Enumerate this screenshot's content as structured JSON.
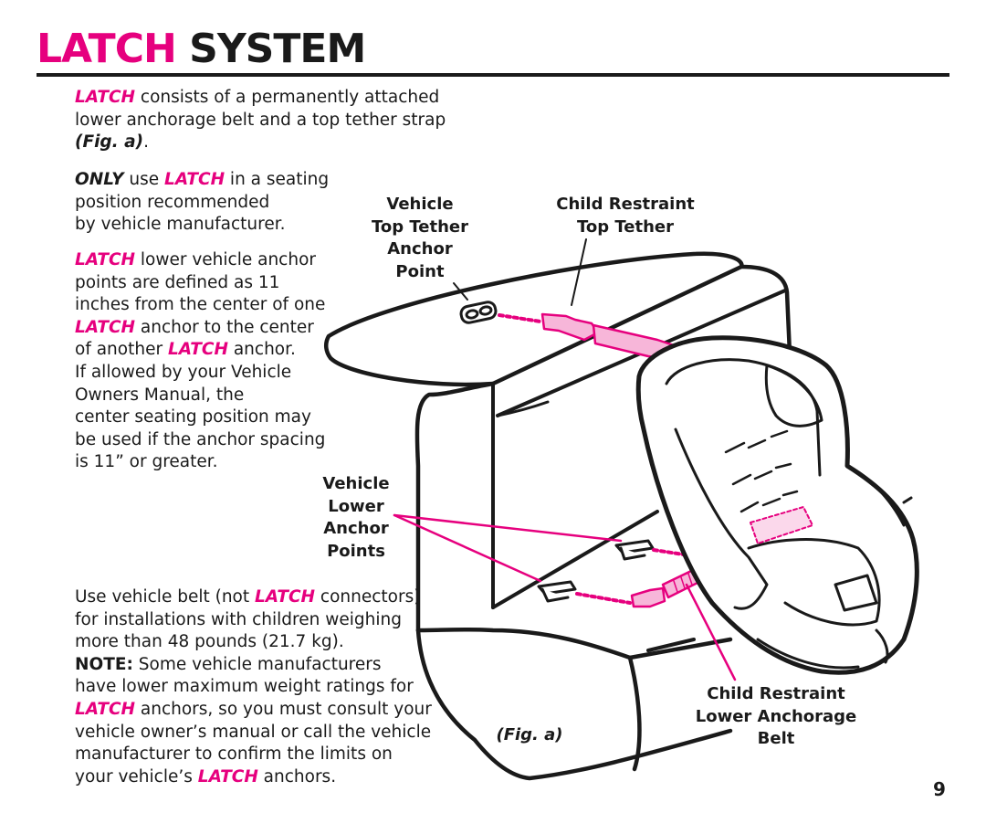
{
  "header": {
    "title_accent": "LATCH",
    "title_rest": " SYSTEM"
  },
  "intro": {
    "latch": "LATCH",
    "line1": " consists of a permanently attached",
    "line2": "lower anchorage belt and a top tether strap",
    "fig_ref": "(Fig. a)",
    "period": "."
  },
  "only": {
    "only": "ONLY",
    "use": " use ",
    "latch": "LATCH",
    "line1_end": " in a seating",
    "line2": "position recommended",
    "line3": "by vehicle manufacturer."
  },
  "spacing": {
    "latch1": "LATCH",
    "line1_end": " lower vehicle anchor",
    "line2": "points are defined as 11",
    "line3": "inches from the center of one",
    "latch2": "LATCH",
    "line4_end": " anchor to the center",
    "line5_start": "of another ",
    "latch3": "LATCH",
    "line5_end": " anchor.",
    "line6": "If allowed by your Vehicle",
    "line7": "Owners Manual, the",
    "line8": "center seating position may",
    "line9": "be used if the anchor spacing",
    "line10": "is 11” or greater."
  },
  "belt": {
    "line1_start": "Use vehicle belt (not ",
    "latch1": "LATCH",
    "line1_end": " connectors)",
    "line2": "for installations with children weighing",
    "line3": "more than 48 pounds (21.7 kg).",
    "note": "NOTE:",
    "line4_end": " Some vehicle manufacturers",
    "line5": "have lower maximum weight ratings for",
    "latch2": "LATCH",
    "line6_end": " anchors, so you must consult your",
    "line7": "vehicle owner’s manual or call the vehicle",
    "line8": "manufacturer to confirm the limits on",
    "line9_start": "your vehicle’s ",
    "latch3": "LATCH",
    "line9_end": " anchors."
  },
  "labels": {
    "vehicle_top_tether_anchor": [
      "Vehicle",
      "Top Tether",
      "Anchor",
      "Point"
    ],
    "child_restraint_top_tether": [
      "Child Restraint",
      "Top Tether"
    ],
    "vehicle_lower_anchor_points": [
      "Vehicle",
      "Lower",
      "Anchor",
      "Points"
    ],
    "child_restraint_lower_belt": [
      "Child Restraint",
      "Lower Anchorage",
      "Belt"
    ],
    "fig_caption": "(Fig. a)"
  },
  "page_number": "9",
  "colors": {
    "accent": "#e6007e",
    "ink": "#1a1a1a",
    "strap_fill": "#f7b6d9"
  }
}
